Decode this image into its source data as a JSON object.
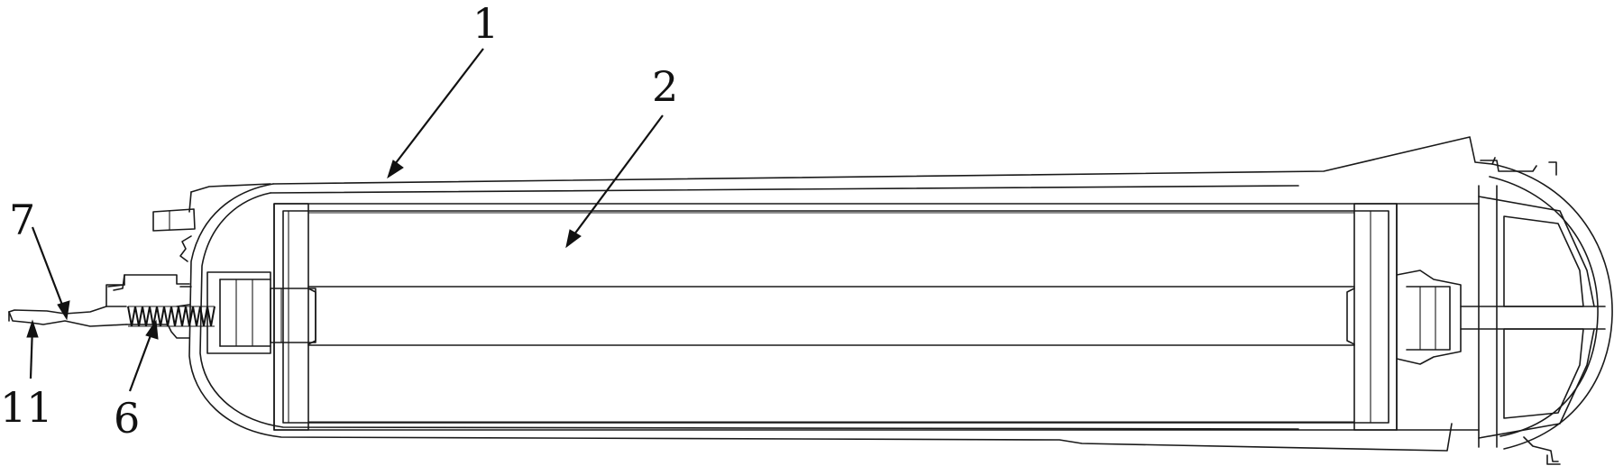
{
  "callouts": {
    "housing": "1",
    "filter_element": "2",
    "spring": "6",
    "valve_stem": "7",
    "stem_tip": "11"
  },
  "colors": {
    "line": "#1a1a1a",
    "background": "#ffffff"
  }
}
